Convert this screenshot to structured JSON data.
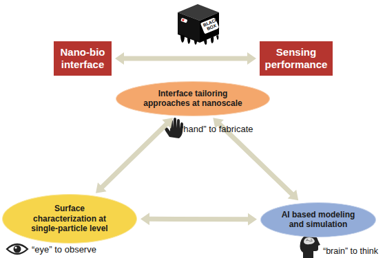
{
  "diagram": {
    "nodes": [
      {
        "text": [
          "Nano-bio interface"
        ]
      },
      {
        "text": [
          "Sensing performance"
        ]
      },
      {
        "text": [
          "Interface tailoring approaches at nanoscale"
        ]
      },
      {
        "text": [
          "Surface characterization at single-particle level"
        ]
      },
      {
        "text": [
          "AI based modeling and simulation"
        ]
      }
    ],
    "edges": [
      {
        "from": 0,
        "to": 1,
        "arrow": "both"
      },
      {
        "from": 2,
        "to": 3,
        "arrow": "both"
      },
      {
        "from": 2,
        "to": 4,
        "arrow": "both"
      },
      {
        "from": 3,
        "to": 4,
        "arrow": "both"
      }
    ],
    "labels": [
      "BLACK BOX",
      "“hand” to fabricate",
      "“eye” to observe",
      "“brain” to think"
    ]
  }
}
